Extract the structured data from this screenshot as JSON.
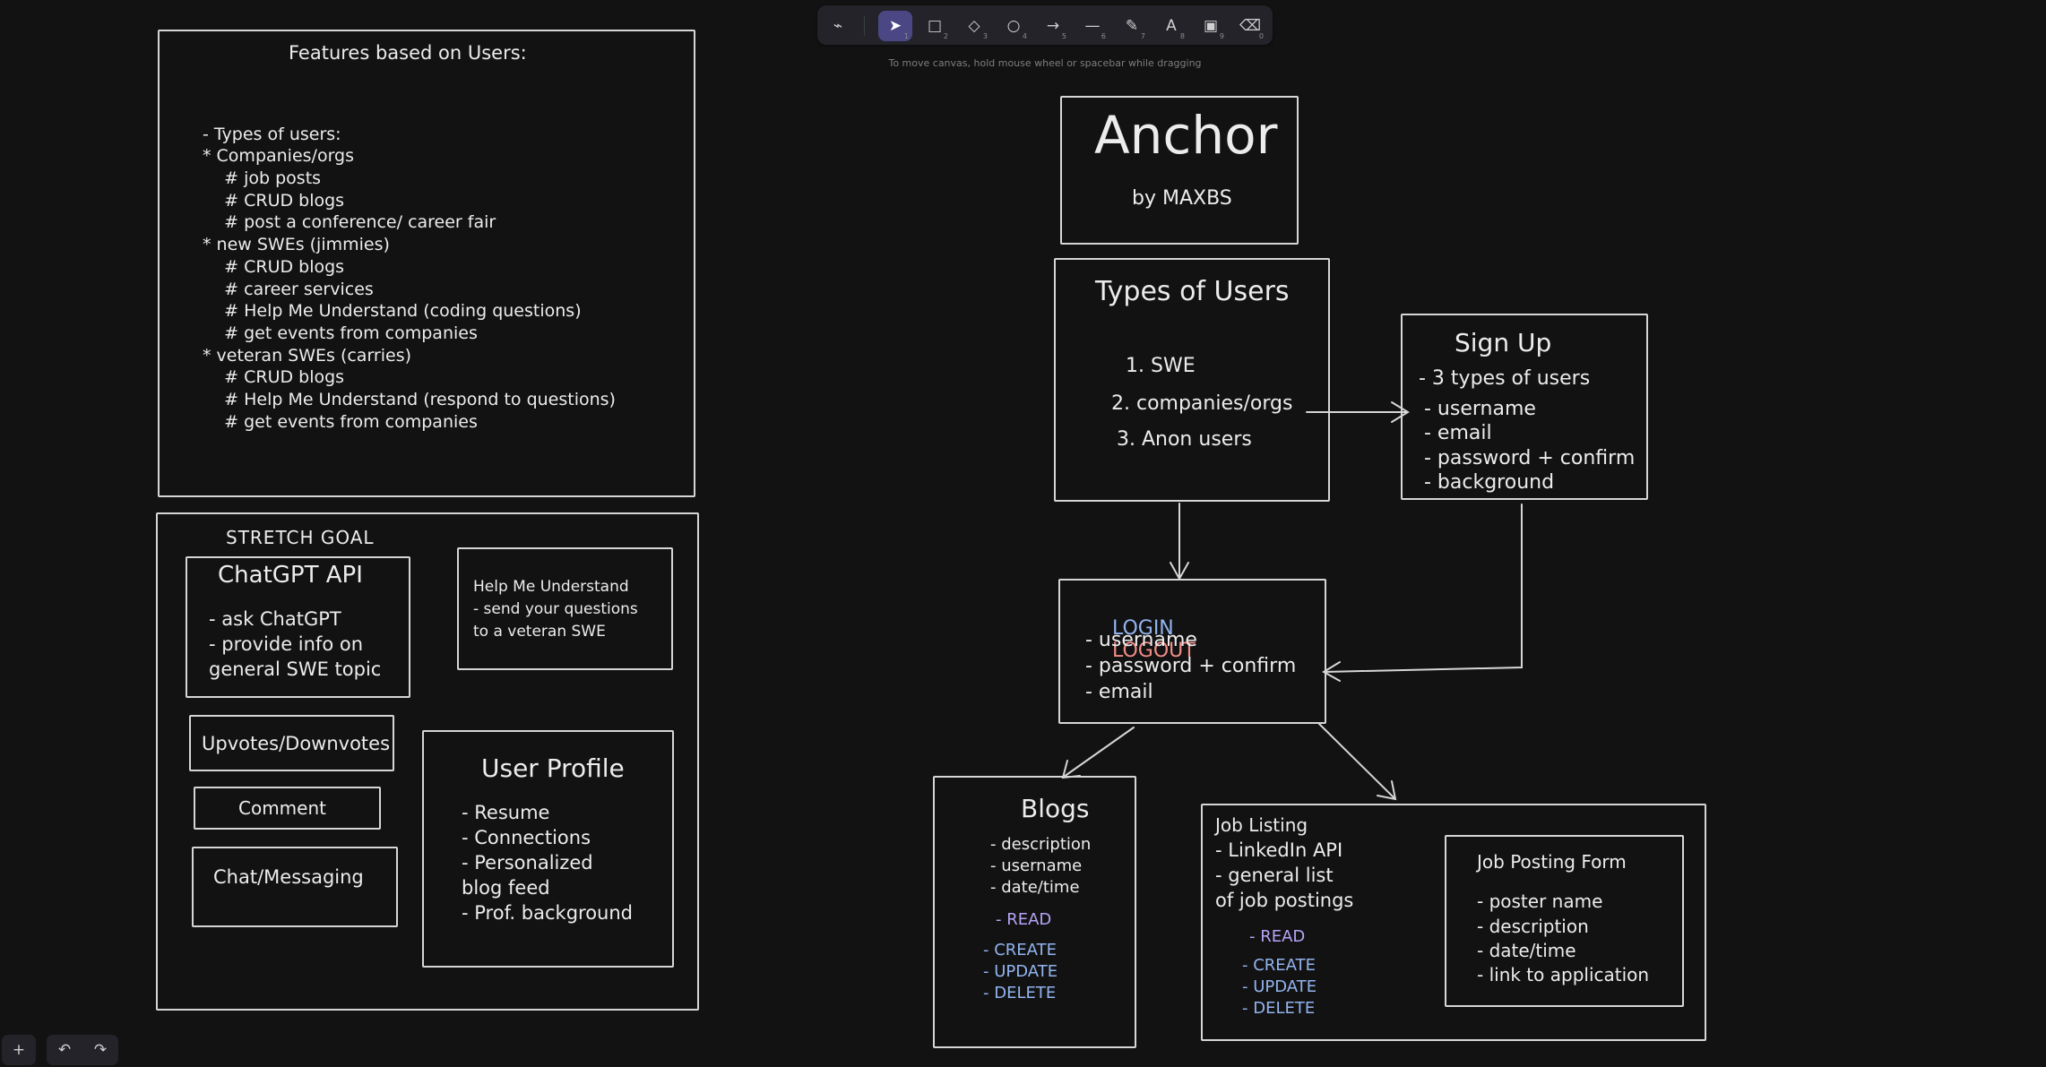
{
  "toolbar": {
    "tools": [
      {
        "icon": "lock-icon",
        "glyph": "⌁",
        "num": ""
      },
      {
        "icon": "selection-icon",
        "glyph": "➤",
        "num": "1"
      },
      {
        "icon": "rectangle-icon",
        "glyph": "□",
        "num": "2"
      },
      {
        "icon": "diamond-icon",
        "glyph": "◇",
        "num": "3"
      },
      {
        "icon": "ellipse-icon",
        "glyph": "○",
        "num": "4"
      },
      {
        "icon": "arrow-icon",
        "glyph": "→",
        "num": "5"
      },
      {
        "icon": "line-icon",
        "glyph": "—",
        "num": "6"
      },
      {
        "icon": "pencil-icon",
        "glyph": "✎",
        "num": "7"
      },
      {
        "icon": "text-icon",
        "glyph": "A",
        "num": "8"
      },
      {
        "icon": "image-icon",
        "glyph": "▣",
        "num": "9"
      },
      {
        "icon": "eraser-icon",
        "glyph": "⌫",
        "num": "0"
      }
    ],
    "hint": "To move canvas, hold mouse wheel or spacebar while dragging"
  },
  "features": {
    "title": "Features based on Users:",
    "lines": [
      "- Types of users:",
      "* Companies/orgs",
      "    # job posts",
      "    # CRUD blogs",
      "    # post a conference/ career fair",
      "* new SWEs (jimmies)",
      "    # CRUD blogs",
      "    # career services",
      "    # Help Me Understand (coding questions)",
      "    # get events from companies",
      "* veteran SWEs (carries)",
      "    # CRUD blogs",
      "    # Help Me Understand (respond to questions)",
      "    # get events from companies"
    ]
  },
  "stretch": {
    "title": "STRETCH GOAL",
    "chatgpt": {
      "title": "ChatGPT API",
      "lines": [
        "- ask ChatGPT",
        "- provide info on",
        "general SWE topic"
      ]
    },
    "help": {
      "lines": [
        "Help Me Understand",
        "- send your questions",
        "to a veteran SWE"
      ]
    },
    "upvotes": "Upvotes/Downvotes",
    "comment": "Comment",
    "chat": "Chat/Messaging",
    "profile": {
      "title": "User Profile",
      "lines": [
        "- Resume",
        "- Connections",
        "- Personalized",
        "blog feed",
        "- Prof. background"
      ]
    }
  },
  "anchor": {
    "title": "Anchor",
    "subtitle": "by MAXBS"
  },
  "types": {
    "title": "Types of Users",
    "items": [
      "1. SWE",
      "2. companies/orgs",
      "3. Anon users"
    ]
  },
  "signup": {
    "title": "Sign Up",
    "lines": [
      "- 3 types of users",
      "- username",
      "- email",
      "- password + confirm",
      "- background"
    ]
  },
  "login": {
    "login": "LOGIN",
    "logout": "LOGOUT",
    "lines": [
      "- username",
      "- password + confirm",
      "- email"
    ]
  },
  "blogs": {
    "title": "Blogs",
    "lines": [
      "- description",
      "- username",
      "- date/time"
    ],
    "read": "- READ",
    "crud": [
      "- CREATE",
      "- UPDATE",
      "- DELETE"
    ]
  },
  "jobs": {
    "title": "Job Listing",
    "lines": [
      "- LinkedIn API",
      "- general list",
      "of job postings"
    ],
    "read": "- READ",
    "crud": [
      "- CREATE",
      "- UPDATE",
      "- DELETE"
    ]
  },
  "jobform": {
    "title": "Job Posting Form",
    "lines": [
      "- poster name",
      "- description",
      "- date/time",
      "- link to application"
    ]
  },
  "controls": {
    "zoom_glyph": "+",
    "undo_glyph": "↶",
    "redo_glyph": "↷"
  }
}
